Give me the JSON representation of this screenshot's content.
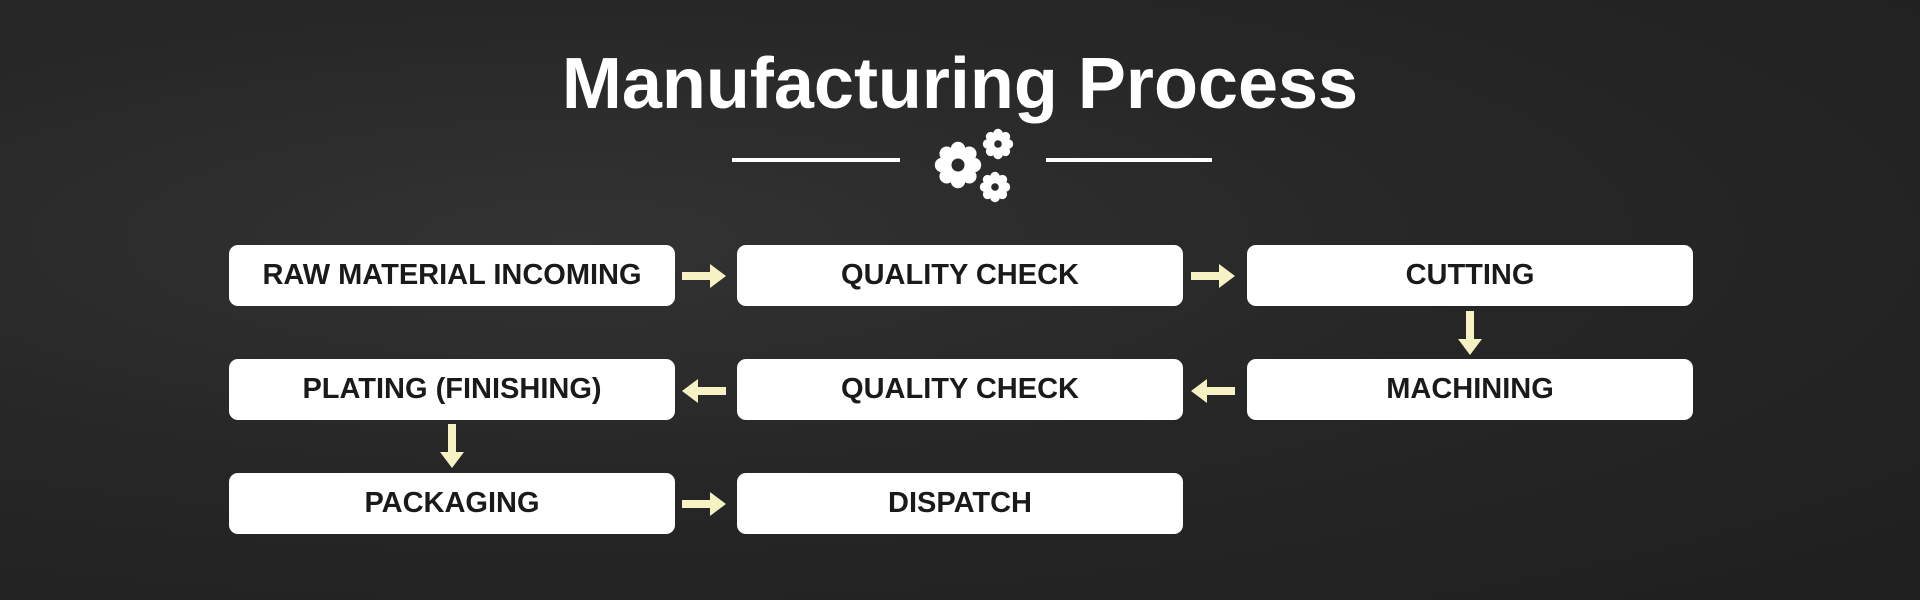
{
  "title": "Manufacturing Process",
  "icon": "gears-icon",
  "arrow_color": "#f7f2c4",
  "steps": [
    {
      "label": "RAW MATERIAL INCOMING"
    },
    {
      "label": "QUALITY CHECK"
    },
    {
      "label": "CUTTING"
    },
    {
      "label": "MACHINING"
    },
    {
      "label": "QUALITY CHECK"
    },
    {
      "label": "PLATING (FINISHING)"
    },
    {
      "label": "PACKAGING"
    },
    {
      "label": "DISPATCH"
    }
  ]
}
